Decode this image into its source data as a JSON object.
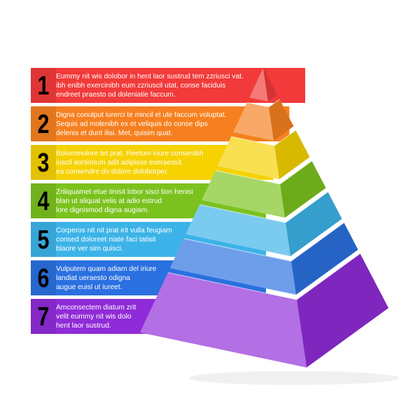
{
  "diagram": {
    "levels": [
      {
        "number": "1",
        "lines": [
          "Eummy nit wis dolobor in hent laor sustrud tem zzriusci vat.",
          "ibh enibh exercinibh eum zzriuscil utat, conse faciduis",
          "endreet praesto od doleniatie faccum."
        ],
        "color": "#f23a3a",
        "numColor": "#9b1414"
      },
      {
        "number": "2",
        "lines": [
          "Digna conulput iurerci te mincil el ute faccum voluptat.",
          "Sequis ad molenibh ex et veliquis do conse dips",
          "delenis et dunt ilisi. Met, quisim quat."
        ],
        "color": "#f6801f",
        "numColor": "#a64800"
      },
      {
        "number": "3",
        "lines": [
          "Bolummolore tet prat. Reetum iriure consenibh",
          "iuscil aortionum adit adipisse exeraessit",
          "ea consendre do dolore doloborper."
        ],
        "color": "#f6d200",
        "numColor": "#a88a00"
      },
      {
        "number": "4",
        "lines": [
          "Zriliquamet etue tinisit lobor sisci tion henisi",
          "blan ut aliquat velis at adio estrud",
          "lore dignismod digna augiam."
        ],
        "color": "#7bc21e",
        "numColor": "#3f7a06"
      },
      {
        "number": "5",
        "lines": [
          "Corperos nit nit prat irit vulla feugiam",
          "consed doloreet niate faci tatisit",
          "blaore ver sim quisci."
        ],
        "color": "#3cb3e8",
        "numColor": "#11708f"
      },
      {
        "number": "6",
        "lines": [
          "Vulputem quam adiam del iriure",
          "landiat ueraesto odigna",
          "augue euisl ut iureet."
        ],
        "color": "#2a70e0",
        "numColor": "#0f3f95"
      },
      {
        "number": "7",
        "lines": [
          "Amconsectem diatum zrit",
          "velit eummy nit wis dolo",
          "hent laor sustrud."
        ],
        "color": "#8f2bd8",
        "numColor": "#4f0f8a"
      }
    ]
  }
}
